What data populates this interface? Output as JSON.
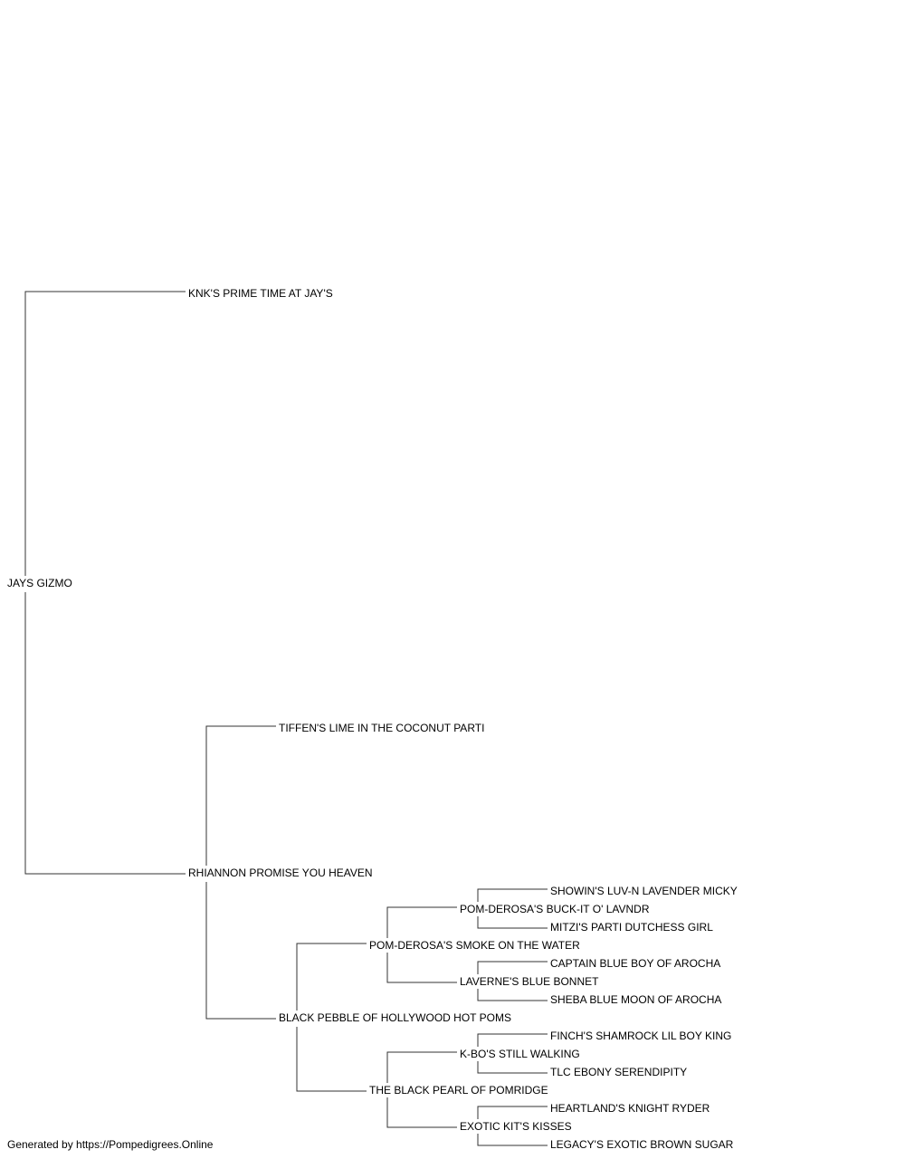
{
  "pedigree": {
    "subject": "JAYS GIZMO",
    "sire": {
      "name": "KNK'S PRIME TIME AT JAY'S"
    },
    "dam": {
      "name": "RHIANNON PROMISE YOU HEAVEN",
      "sire": {
        "name": "TIFFEN'S LIME IN THE COCONUT PARTI"
      },
      "dam": {
        "name": "BLACK PEBBLE OF HOLLYWOOD HOT POMS",
        "sire": {
          "name": "POM-DEROSA'S SMOKE ON THE WATER",
          "sire": {
            "name": "POM-DEROSA'S BUCK-IT O' LAVNDR",
            "sire": {
              "name": "SHOWIN'S LUV-N LAVENDER MICKY"
            },
            "dam": {
              "name": "MITZI'S PARTI DUTCHESS GIRL"
            }
          },
          "dam": {
            "name": "LAVERNE'S BLUE BONNET",
            "sire": {
              "name": "CAPTAIN BLUE BOY OF AROCHA"
            },
            "dam": {
              "name": "SHEBA BLUE MOON OF AROCHA"
            }
          }
        },
        "dam": {
          "name": "THE BLACK PEARL OF POMRIDGE",
          "sire": {
            "name": "K-BO'S STILL WALKING",
            "sire": {
              "name": "FINCH'S SHAMROCK LIL BOY KING"
            },
            "dam": {
              "name": "TLC EBONY SERENDIPITY"
            }
          },
          "dam": {
            "name": "EXOTIC KIT'S KISSES",
            "sire": {
              "name": "HEARTLAND'S KNIGHT RYDER"
            },
            "dam": {
              "name": "LEGACY'S EXOTIC BROWN SUGAR"
            }
          }
        }
      }
    }
  },
  "footer": {
    "text": "Generated by https://Pompedigrees.Online"
  }
}
